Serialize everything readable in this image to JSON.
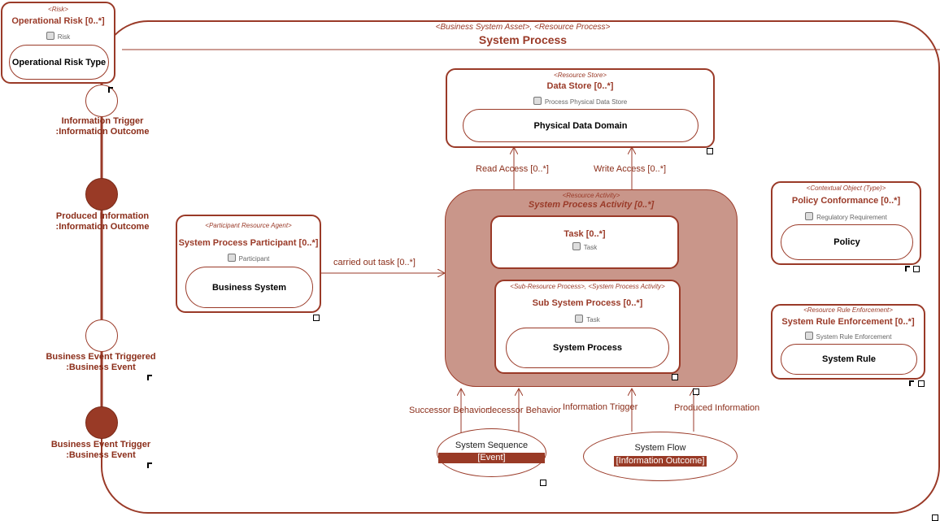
{
  "colors": {
    "accent": "#9a3a28",
    "activity_fill": "#c9968a",
    "port_fill": "#993a26"
  },
  "risk": {
    "stereotype": "<Risk>",
    "title": "Operational Risk [0..*]",
    "type": "Risk",
    "inner": "Operational Risk Type"
  },
  "frame": {
    "stereotype": "<Business System Asset>, <Resource Process>",
    "title": "System Process"
  },
  "ports": [
    {
      "label1": "Information Trigger",
      "label2": ":Information Outcome"
    },
    {
      "label1": "Produced Information",
      "label2": ":Information Outcome"
    },
    {
      "label1": "Business Event Triggered",
      "label2": ":Business Event"
    },
    {
      "label1": "Business Event Trigger",
      "label2": ":Business Event"
    }
  ],
  "data_store": {
    "stereotype": "<Resource Store>",
    "title": "Data Store [0..*]",
    "type": "Process Physical Data Store",
    "inner": "Physical Data Domain"
  },
  "participant": {
    "stereotype": "<Participant Resource Agent>",
    "title": "System Process Participant [0..*]",
    "type": "Participant",
    "inner": "Business System"
  },
  "activity": {
    "stereotype": "<Resource Activity>",
    "title": "System Process Activity [0..*]"
  },
  "task": {
    "title": "Task [0..*]",
    "type": "Task"
  },
  "sub_process": {
    "stereotype": "<Sub-Resource Process>, <System Process Activity>",
    "title": "Sub System Process [0..*]",
    "type": "Task",
    "inner": "System Process"
  },
  "policy": {
    "stereotype": "<Contextual Object (Type)>",
    "title": "Policy Conformance [0..*]",
    "type": "Regulatory Requirement",
    "inner": "Policy"
  },
  "rule": {
    "stereotype": "<Resource Rule Enforcement>",
    "title": "System Rule Enforcement [0..*]",
    "type": "System Rule Enforcement",
    "inner": "System Rule"
  },
  "connectors": {
    "read": "Read Access [0..*]",
    "write": "Write Access [0..*]",
    "carried": "carried out task [0..*]",
    "successor": "Successor Behavior",
    "predecessor": "Predecessor Behavior",
    "info_trigger": "Information Trigger",
    "produced": "Produced Information"
  },
  "sequence": {
    "name": "System Sequence",
    "tag": "[Event]"
  },
  "flow": {
    "name": "System Flow",
    "tag": "[Information Outcome]"
  }
}
